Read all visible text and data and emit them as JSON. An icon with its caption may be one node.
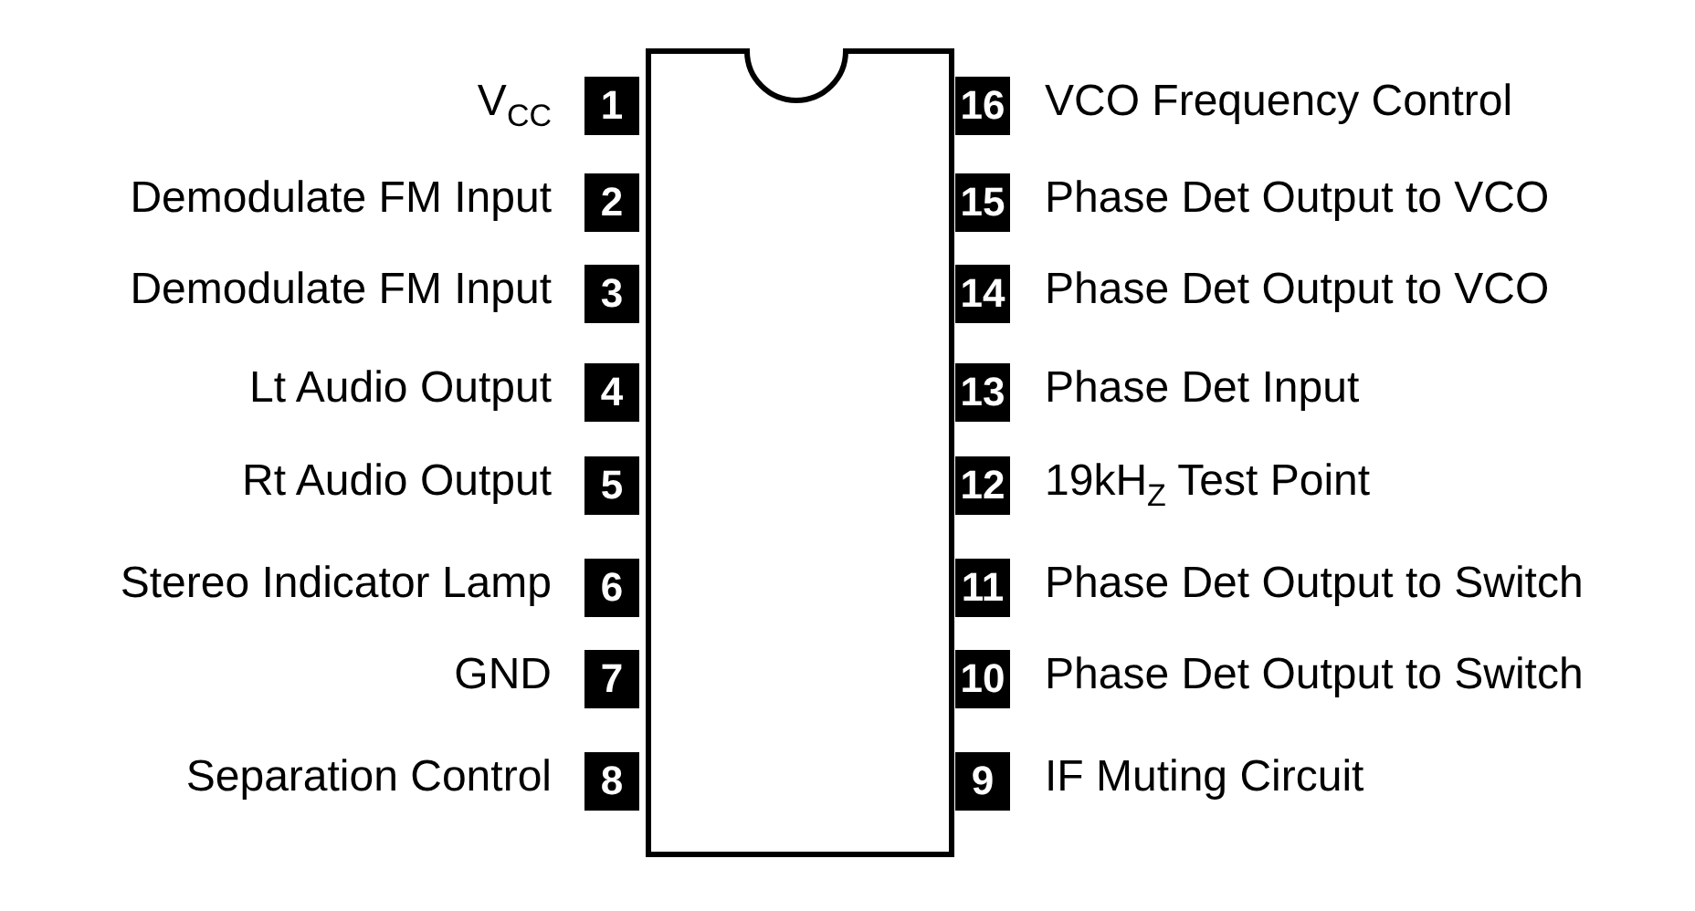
{
  "diagram": {
    "nodes": [
      {
        "text": [],
        "shape": "box"
      },
      {
        "text": [
          "1"
        ],
        "beside": [
          "V$_{CC}$"
        ]
      },
      {
        "text": [
          "16"
        ],
        "beside": [
          "VCO Frequency Control"
        ]
      },
      {
        "text": [
          "2"
        ],
        "beside": [
          "Demodulate FM Input"
        ]
      },
      {
        "text": [
          "15"
        ],
        "beside": [
          "Phase Det Output to VCO"
        ]
      },
      {
        "text": [
          "3"
        ],
        "beside": [
          "Demodulate FM Input"
        ]
      },
      {
        "text": [
          "14"
        ],
        "beside": [
          "Phase Det Output to VCO"
        ]
      },
      {
        "text": [
          "4"
        ],
        "beside": [
          "Lt Audio Output"
        ]
      },
      {
        "text": [
          "13"
        ],
        "beside": [
          "Phase Det Input"
        ]
      },
      {
        "text": [
          "5"
        ],
        "beside": [
          "Rt Audio Output"
        ]
      },
      {
        "text": [
          "12"
        ],
        "beside": [
          "19kH$_{Z}$ Test Point"
        ]
      },
      {
        "text": [
          "6"
        ],
        "beside": [
          "Stereo Indicator Lamp"
        ]
      },
      {
        "text": [
          "11"
        ],
        "beside": [
          "Phase Det Output to Switch"
        ]
      },
      {
        "text": [
          "7"
        ],
        "beside": [
          "GND"
        ]
      },
      {
        "text": [
          "10"
        ],
        "beside": [
          "Phase Det Output to Switch"
        ]
      },
      {
        "text": [
          "8"
        ],
        "beside": [
          "Separation Control"
        ]
      },
      {
        "text": [
          "9"
        ],
        "beside": [
          "IF Muting Circuit"
        ]
      }
    ]
  }
}
